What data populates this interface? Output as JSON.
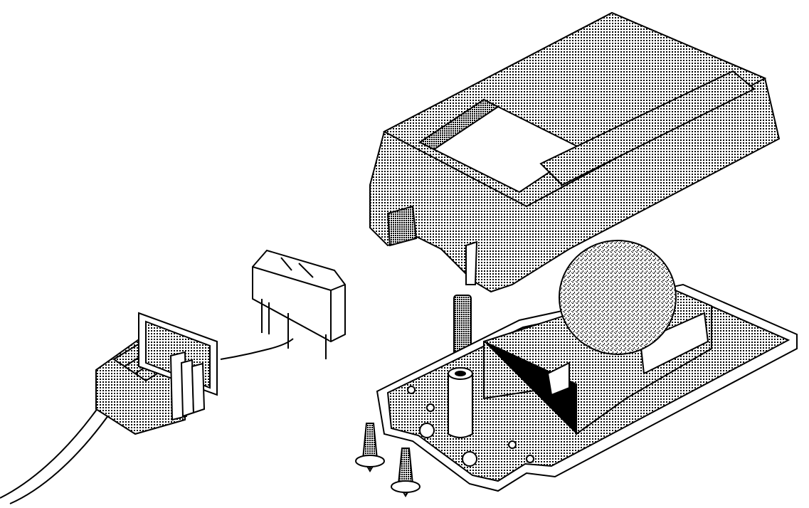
{
  "illustration": {
    "style": "1-bit dithered line art",
    "colors": {
      "background": "#ffffff",
      "ink": "#000000"
    },
    "parts": [
      "power-cord",
      "terminal-block",
      "relay",
      "cover",
      "threaded-rod",
      "spacer-post",
      "base-plate",
      "bracket",
      "sensor-dome",
      "wood-screws"
    ]
  }
}
